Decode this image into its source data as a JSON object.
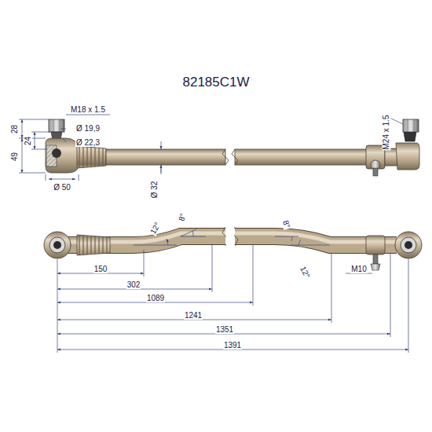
{
  "diagram": {
    "title": "82185C1W",
    "labels": [
      "M18 x 1.5",
      "Ø 19,9",
      "Ø 22,3",
      "28",
      "49",
      "24",
      "Ø 50",
      "Ø 32",
      "M24 x 1.5",
      "12°",
      "8°",
      "150",
      "302",
      "1089",
      "1241",
      "1351",
      "1391",
      "8°",
      "12°",
      "M10"
    ]
  }
}
